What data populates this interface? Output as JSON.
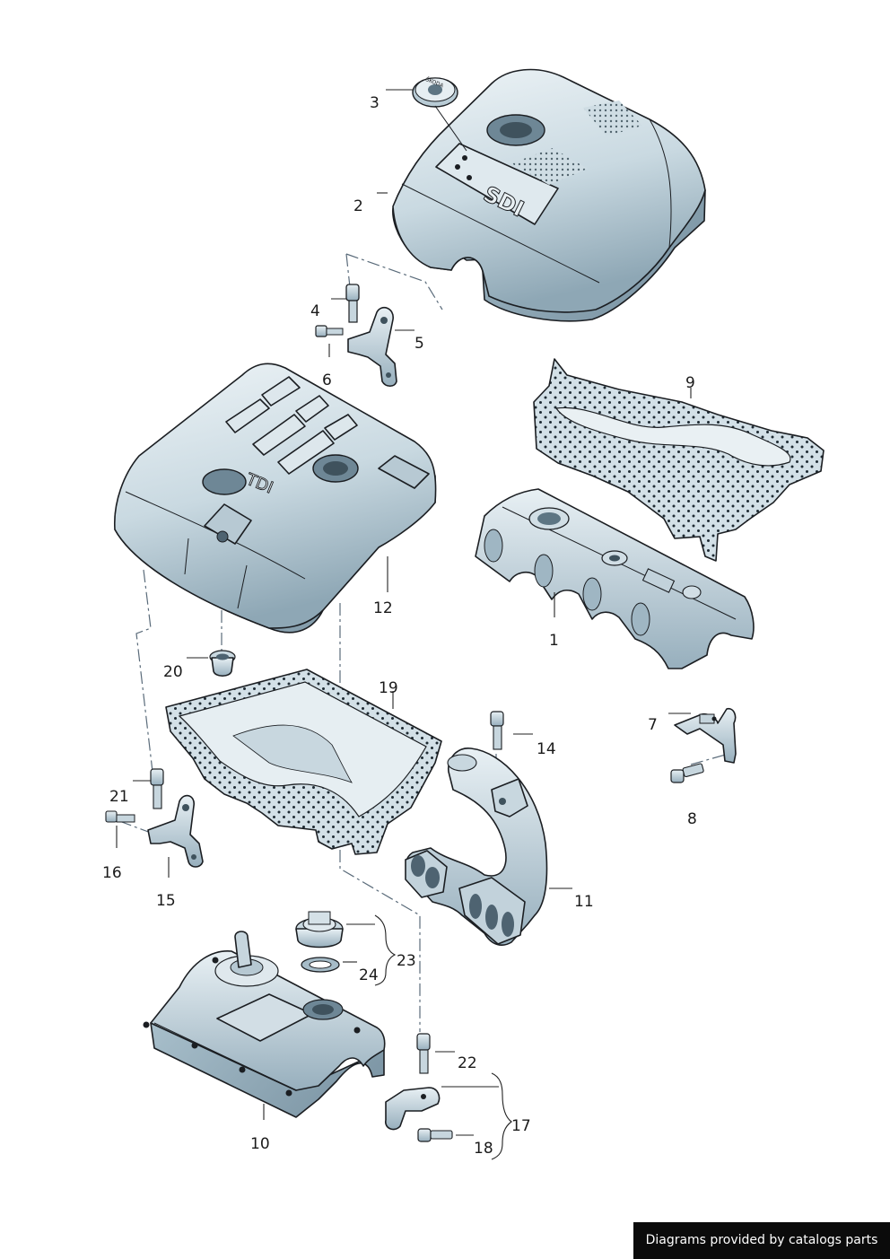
{
  "diagram": {
    "parts": [
      {
        "id": "1",
        "label": "1"
      },
      {
        "id": "2",
        "label": "2"
      },
      {
        "id": "3",
        "label": "3"
      },
      {
        "id": "4",
        "label": "4"
      },
      {
        "id": "5",
        "label": "5"
      },
      {
        "id": "6",
        "label": "6"
      },
      {
        "id": "7",
        "label": "7"
      },
      {
        "id": "8",
        "label": "8"
      },
      {
        "id": "9",
        "label": "9"
      },
      {
        "id": "10",
        "label": "10"
      },
      {
        "id": "11",
        "label": "11"
      },
      {
        "id": "12",
        "label": "12"
      },
      {
        "id": "14",
        "label": "14"
      },
      {
        "id": "15",
        "label": "15"
      },
      {
        "id": "16",
        "label": "16"
      },
      {
        "id": "17",
        "label": "17"
      },
      {
        "id": "18",
        "label": "18"
      },
      {
        "id": "19",
        "label": "19"
      },
      {
        "id": "20",
        "label": "20"
      },
      {
        "id": "21",
        "label": "21"
      },
      {
        "id": "22",
        "label": "22"
      },
      {
        "id": "23",
        "label": "23"
      },
      {
        "id": "24",
        "label": "24"
      }
    ],
    "cover_text_sdi": "SDI",
    "cover_text_tdi": "TDI",
    "emblem_text": "ŠKODA"
  },
  "footer": {
    "credit": "Diagrams provided by catalogs parts"
  },
  "colors": {
    "part_fill_light": "#e4edf2",
    "part_fill_mid": "#b9ccd6",
    "part_fill_dark": "#8aa3b2",
    "foam_fill": "#d3e0e7",
    "foam_dot": "#1e2a33",
    "outline": "#1b1e22",
    "dash_line": "#5a6b7a",
    "credit_bg": "#0b0b0b",
    "credit_text": "#ffffff"
  }
}
